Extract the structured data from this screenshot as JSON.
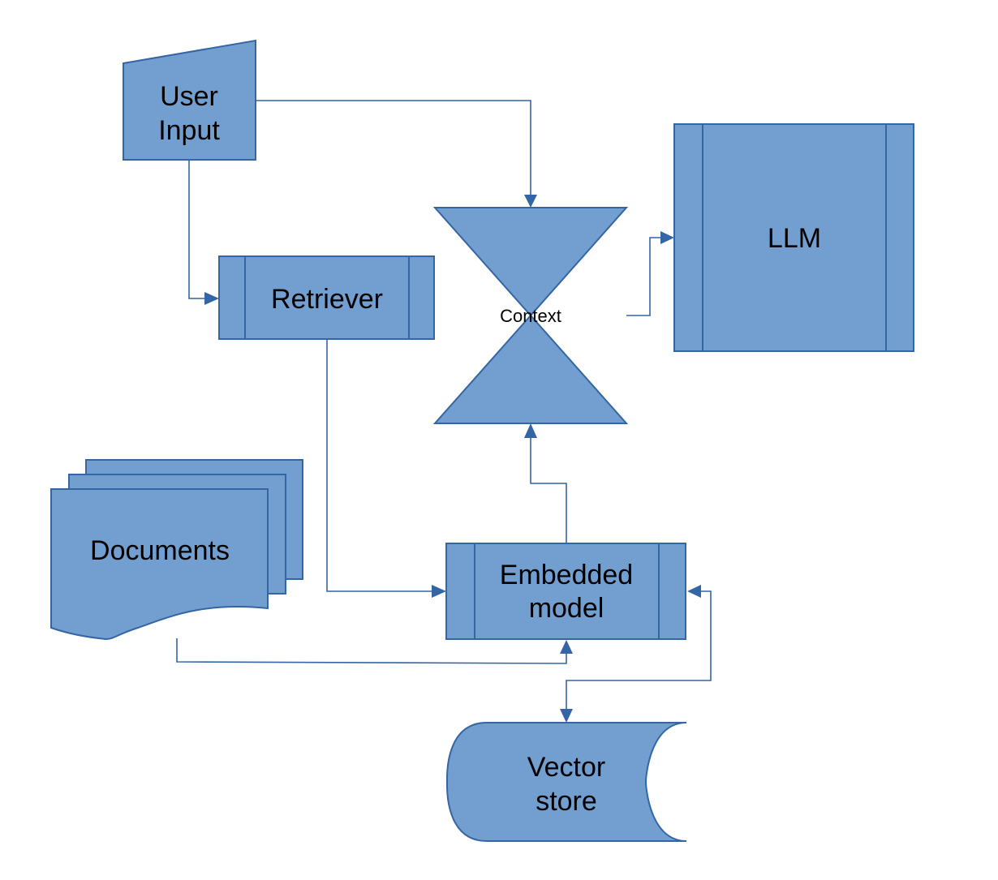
{
  "nodes": {
    "user_input": {
      "line1": "User",
      "line2": "Input"
    },
    "retriever": {
      "label": "Retriever"
    },
    "context": {
      "label": "Context"
    },
    "llm": {
      "label": "LLM"
    },
    "documents": {
      "label": "Documents"
    },
    "embedded_model": {
      "line1": "Embedded",
      "line2": "model"
    },
    "vector_store": {
      "line1": "Vector",
      "line2": "store"
    }
  },
  "colors": {
    "node_fill": "#729fcf",
    "node_stroke": "#3465a4",
    "connector": "#3465a4",
    "text": "#000000"
  }
}
